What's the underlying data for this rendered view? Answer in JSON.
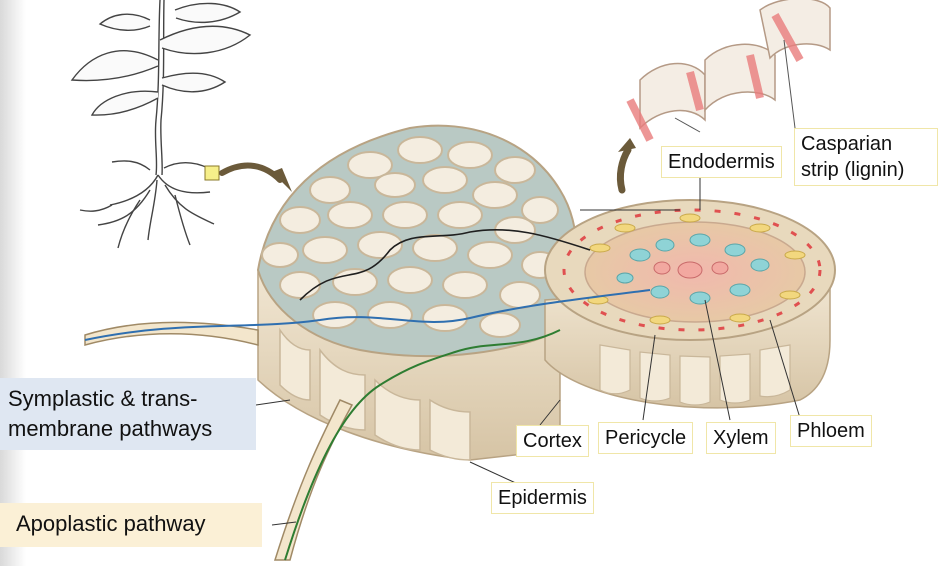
{
  "labels": {
    "symplastic": "Symplastic & trans-membrane pathways",
    "apoplastic": "Apoplastic pathway",
    "endodermis": "Endodermis",
    "casparian": "Casparian strip (lignin)",
    "cortex": "Cortex",
    "pericycle": "Pericycle",
    "xylem": "Xylem",
    "phloem": "Phloem",
    "epidermis": "Epidermis"
  },
  "colors": {
    "cell_wall": "#c9b79a",
    "cell_fill": "#f4ede0",
    "intercellular": "#b9c9c4",
    "xylem": "#8fd3d6",
    "phloem_cells": "#f2d77e",
    "casparian": "#e05050",
    "stele": "#e9a59a",
    "symplastic_path": "#1f1f1f",
    "transmembrane_path": "#2f6fb0",
    "apoplastic_path": "#2e7d32",
    "arrow": "#6b5a3a",
    "symplastic_label_bg": "#dfe7f2",
    "apoplastic_label_bg": "#fbf0d6"
  },
  "icons": [
    "plant-illustration",
    "curved-arrow-icon",
    "up-arrow-icon"
  ]
}
